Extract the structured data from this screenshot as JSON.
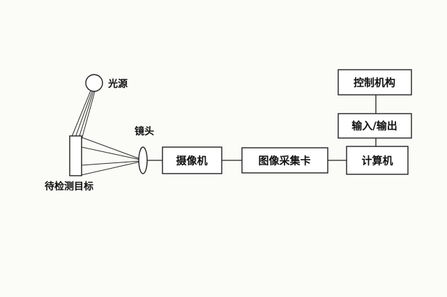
{
  "diagram": {
    "title": "machine-vision-system-schematic",
    "labels": {
      "light_source": "光源",
      "lens": "镜头",
      "target": "待检测目标"
    },
    "boxes": {
      "camera": "摄像机",
      "capture_card": "图像采集卡",
      "computer": "计算机",
      "io": "输入/输出",
      "controller": "控制机构"
    },
    "colors": {
      "stroke": "#1f1f1f",
      "background": "#fbfbf8",
      "box_fill": "#ffffff"
    }
  }
}
